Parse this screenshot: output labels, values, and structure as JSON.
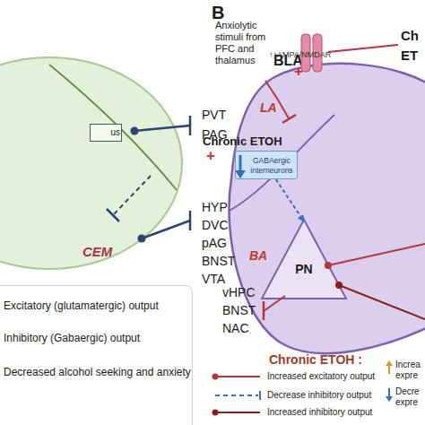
{
  "diagram": {
    "nodes": [
      {
        "text": [
          "CEM"
        ]
      },
      {
        "text": [
          "us"
        ],
        "in": 0
      },
      {
        "text": [
          "BLA",
          "LA",
          "BA"
        ]
      },
      {
        "text": [
          "GABAergic interneurons"
        ],
        "in": 2
      },
      {
        "text": [
          "PN"
        ],
        "in": 2
      }
    ],
    "edges": [
      {
        "from": 3,
        "to": 4,
        "arrow": "to"
      }
    ],
    "labels": [
      "PVT PAG",
      "HYP DVC pAG BNST VTA",
      "B",
      "Anxiolytic stimuli from PFC and thalamus",
      "↑↑AMPA/NMDAR",
      "+",
      "Ch",
      "ET",
      "Chronic ETOH",
      "+",
      "vHPC BNST NAC",
      "Chronic ETOH :"
    ],
    "legend": [
      {
        "text": "Excitatory (glutamatergic) output"
      },
      {
        "text": "Inhibitory (Gabaergic) output"
      },
      {
        "text": "Decreased alcohol seeking and anxiety"
      },
      {
        "text": "Increased excitatory output"
      },
      {
        "text": "Decrease inhibitory output"
      },
      {
        "text": "Increased inhibitory output"
      },
      {
        "text": "Increa expre"
      },
      {
        "text": "Decre expre"
      }
    ]
  }
}
